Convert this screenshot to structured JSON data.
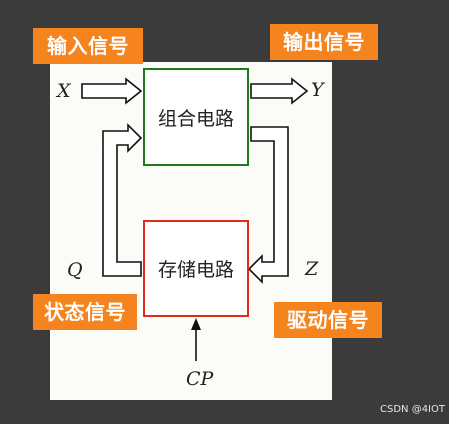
{
  "labels": {
    "input_signal": "输入信号",
    "output_signal": "输出信号",
    "state_signal": "状态信号",
    "drive_signal": "驱动信号"
  },
  "blocks": {
    "combinational": "组合电路",
    "storage": "存储电路"
  },
  "variables": {
    "x": "X",
    "y": "Y",
    "q": "Q",
    "z": "Z",
    "cp": "CP"
  },
  "watermark": "CSDN @4IOT",
  "colors": {
    "background": "#3b3b3b",
    "panel": "#fbfbf8",
    "label_bg": "#f5841f",
    "combinational_border": "#1f7a1f",
    "storage_border": "#e02a1a"
  }
}
